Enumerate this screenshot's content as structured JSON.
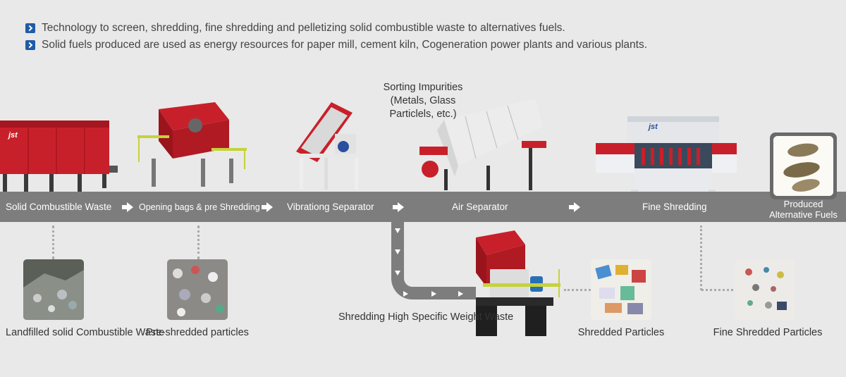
{
  "bullets": [
    "Technology to screen, shredding, fine shredding and pelletizing solid combustible waste to alternatives fuels.",
    "Solid fuels produced are used as energy resources for paper mill, cement kiln, Cogeneration power plants and various plants."
  ],
  "stages": {
    "solid": "Solid Combustible Waste",
    "opening": "Opening bags & pre Shredding",
    "vibration": "Vibrationg Separator",
    "air": "Air Separator",
    "fine": "Fine Shredding",
    "produced": "Produced Alternative Fuels"
  },
  "sorting": "Sorting Impurities (Metals, Glass Particlels, etc.)",
  "branch_label": "Shredding High Specific Weight Waste",
  "captions": {
    "landfilled": "Landfilled solid Combustible Waste",
    "pre_shredded": "Pre-shredded particles",
    "shredded": "Shredded Particles",
    "fine_shredded": "Fine Shredded Particles"
  },
  "brand": "jst",
  "colors": {
    "band": "#7d7d7d",
    "bullet": "#1e5ca8",
    "machine_red": "#c8202a"
  }
}
